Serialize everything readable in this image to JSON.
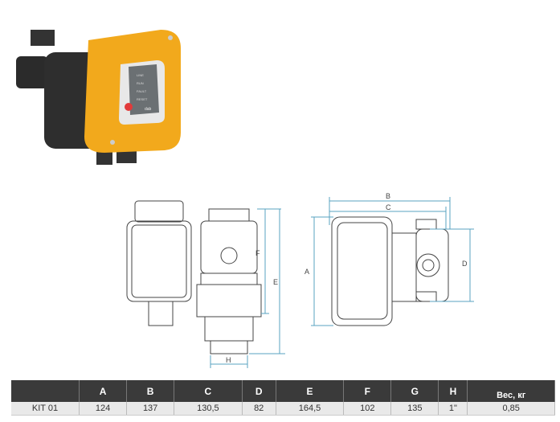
{
  "product_photo": {
    "panel_labels": [
      "LINE",
      "RUN",
      "FAULT",
      "RESET"
    ],
    "brand": "dab"
  },
  "drawing_front": {
    "dims": {
      "F": "F",
      "E": "E",
      "H": "H"
    }
  },
  "drawing_side": {
    "dims": {
      "A": "A",
      "B": "B",
      "C": "C",
      "D": "D"
    }
  },
  "table": {
    "headers": [
      "",
      "A",
      "B",
      "C",
      "D",
      "E",
      "F",
      "G",
      "H",
      "Вес, кг"
    ],
    "rows": [
      [
        "KIT 01",
        "124",
        "137",
        "130,5",
        "82",
        "164,5",
        "102",
        "135",
        "1\"",
        "0,85"
      ]
    ]
  },
  "colors": {
    "housing": "#f2a91c",
    "body": "#2b2b2b",
    "dim_line": "#5aa3c0",
    "header_bg": "#3a3a3a"
  }
}
